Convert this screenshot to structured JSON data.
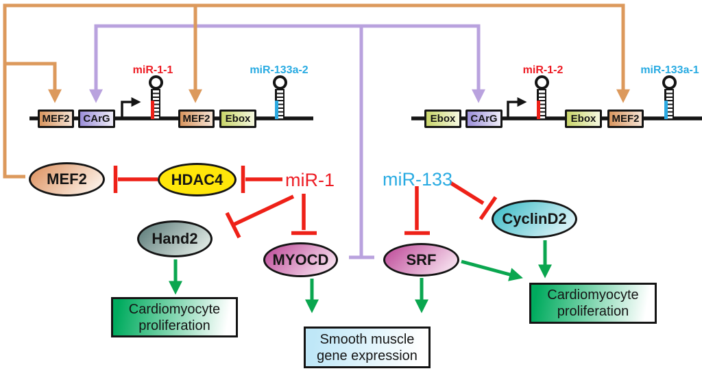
{
  "colors": {
    "orange": "#DC995C",
    "purple": "#B9A2DE",
    "red": "#EE2118",
    "green": "#0AA64F",
    "label-red": "#ED1C24",
    "label-cyan": "#29ABE2",
    "line-black": "#141414",
    "hairpin-red": "#EE2118",
    "hairpin-blue": "#2AA9E1",
    "node-peach-dark": "#E09A6C",
    "node-peach-light": "#FCF0E6",
    "node-yellow": "#FFE60A",
    "node-gray-dark": "#5F7D7B",
    "node-gray-light": "#E7F0EA",
    "node-pink-dark": "#C2549E",
    "node-pink-light": "#F8E4F1",
    "node-cyan-dark": "#45BFC9",
    "node-cyan-light": "#E2F4F9",
    "box-green-dark": "#00AB5E",
    "box-blue-light": "#BFE7F7",
    "tfbox-mef2-dark": "#D9965F",
    "tfbox-mef2-light": "#F6E3D4",
    "tfbox-carg-dark": "#9C8FD9",
    "tfbox-carg-light": "#EFEDF9",
    "tfbox-ebox-dark": "#C9D56A",
    "tfbox-ebox-light": "#F5F8DF"
  },
  "loci": {
    "left": {
      "boxes": [
        "MEF2",
        "CArG",
        "MEF2",
        "Ebox"
      ],
      "mir1": "miR-1-1",
      "mir133": "miR-133a-2"
    },
    "right": {
      "boxes": [
        "Ebox",
        "CArG",
        "Ebox",
        "MEF2"
      ],
      "mir1": "miR-1-2",
      "mir133": "miR-133a-1"
    }
  },
  "nodes": {
    "mef2": "MEF2",
    "hdac4": "HDAC4",
    "hand2": "Hand2",
    "myocd": "MYOCD",
    "srf": "SRF",
    "cyclind2": "CyclinD2"
  },
  "mirnas": {
    "mir1": "miR-1",
    "mir133": "miR-133"
  },
  "outcomes": {
    "cardio_left": "Cardiomyocyte proliferation",
    "smooth_muscle": "Smooth muscle gene expression",
    "cardio_right": "Cardiomyocyte proliferation"
  }
}
